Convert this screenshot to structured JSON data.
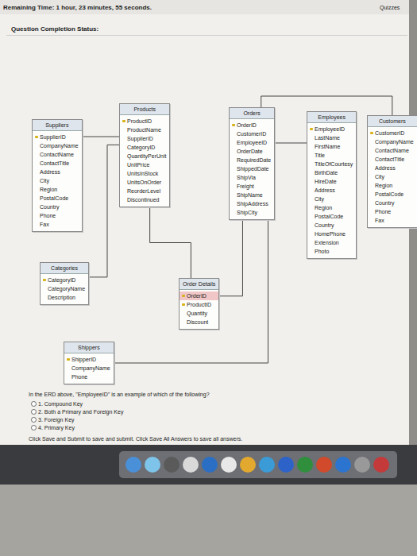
{
  "diagram": {
    "nodes": [
      {
        "text": [
          "Suppliers",
          "SupplierID",
          "CompanyName",
          "ContactName",
          "ContactTitle",
          "Address",
          "City",
          "Region",
          "PostalCode",
          "Country",
          "Phone",
          "Fax"
        ]
      },
      {
        "text": [
          "Products",
          "ProductID",
          "ProductName",
          "SupplierID",
          "CategoryID",
          "QuantityPerUnit",
          "UnitPrice",
          "UnitsInStock",
          "UnitsOnOrder",
          "ReorderLevel",
          "Discontinued"
        ]
      },
      {
        "text": [
          "Orders",
          "OrderID",
          "CustomerID",
          "EmployeeID",
          "OrderDate",
          "RequiredDate",
          "ShippedDate",
          "ShipVia",
          "Freight",
          "ShipName",
          "ShipAddress",
          "ShipCity"
        ]
      },
      {
        "text": [
          "Employees",
          "EmployeeID",
          "LastName",
          "FirstName",
          "Title",
          "TitleOfCourtesy",
          "BirthDate",
          "HireDate",
          "Address",
          "City",
          "Region",
          "PostalCode",
          "Country",
          "HomePhone",
          "Extension",
          "Photo"
        ]
      },
      {
        "text": [
          "Customers",
          "CustomerID",
          "CompanyName",
          "ContactName",
          "ContactTitle",
          "Address",
          "City",
          "Region",
          "PostalCode",
          "Country",
          "Phone",
          "Fax"
        ]
      },
      {
        "text": [
          "Categories",
          "CategoryID",
          "CategoryName",
          "Description"
        ]
      },
      {
        "text": [
          "Shippers",
          "ShipperID",
          "CompanyName",
          "Phone"
        ]
      },
      {
        "text": [
          "Order Details",
          "OrderID",
          "ProductID",
          "Quantity",
          "Discount"
        ]
      }
    ],
    "edges": [
      {
        "from": 0,
        "to": 1,
        "arrow": "none"
      },
      {
        "from": 1,
        "to": 5,
        "arrow": "none"
      },
      {
        "from": 1,
        "to": 7,
        "arrow": "none"
      },
      {
        "from": 2,
        "to": 7,
        "arrow": "none"
      },
      {
        "from": 2,
        "to": 3,
        "arrow": "none"
      },
      {
        "from": 2,
        "to": 4,
        "arrow": "none"
      },
      {
        "from": 2,
        "to": 6,
        "arrow": "none"
      }
    ],
    "labels": [
      "Remaining Time: 1 hour, 23 minutes, 55 seconds.",
      "Quizzes",
      "Question Completion Status:",
      "In the ERD above, \"EmployeeID\" is an example of which of the following?",
      "1. Compound Key",
      "2. Both a Primary and Foreign Key",
      "3. Foreign Key",
      "4. Primary Key",
      "Click Save and Submit to save and submit. Click Save All Answers to save all answers."
    ]
  }
}
